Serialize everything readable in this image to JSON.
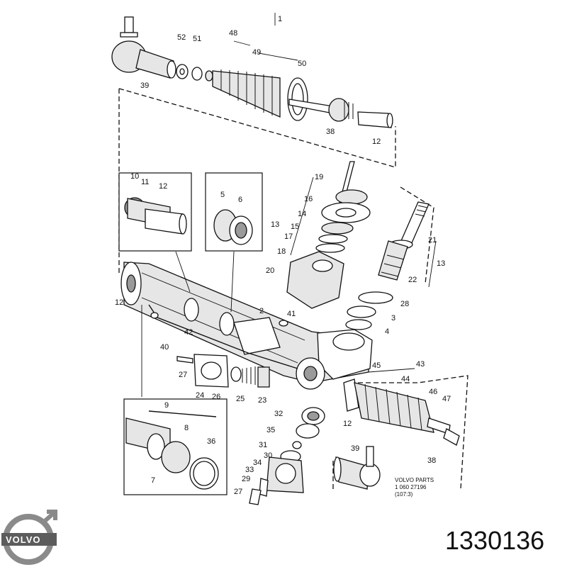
{
  "header": {
    "group_number": "1"
  },
  "callouts": {
    "n48": "48",
    "n49": "49",
    "n50": "50",
    "n51": "51",
    "n52": "52",
    "n39a": "39",
    "n38a": "38",
    "n12a": "12",
    "n10": "10",
    "n11": "11",
    "n12b": "12",
    "n5": "5",
    "n6": "6",
    "n19": "19",
    "n16": "16",
    "n14": "14",
    "n13a": "13",
    "n15": "15",
    "n17": "17",
    "n18": "18",
    "n20": "20",
    "n21": "21",
    "n13b": "13",
    "n22": "22",
    "n28": "28",
    "n3": "3",
    "n4": "4",
    "n41": "41",
    "n2": "2",
    "n12c": "12",
    "n42": "42",
    "n40": "40",
    "n27a": "27",
    "n24": "24",
    "n26": "26",
    "n25": "25",
    "n23": "23",
    "n45": "45",
    "n43": "43",
    "n44": "44",
    "n46": "46",
    "n47": "47",
    "n38b": "38",
    "n9": "9",
    "n8": "8",
    "n36": "36",
    "n7": "7",
    "n32": "32",
    "n35": "35",
    "n31": "31",
    "n30": "30",
    "n33": "33",
    "n34": "34",
    "n29": "29",
    "n27b": "27",
    "n12d": "12",
    "n39b": "39"
  },
  "reference": {
    "line1": "VOLVO PARTS",
    "line2": "1 060 27196",
    "line3": "(107:3)"
  },
  "logo": {
    "brand": "VOLVO",
    "icon": "volvo-iron-mark-icon",
    "color": "#8a8a8a"
  },
  "part_number": "1330136"
}
